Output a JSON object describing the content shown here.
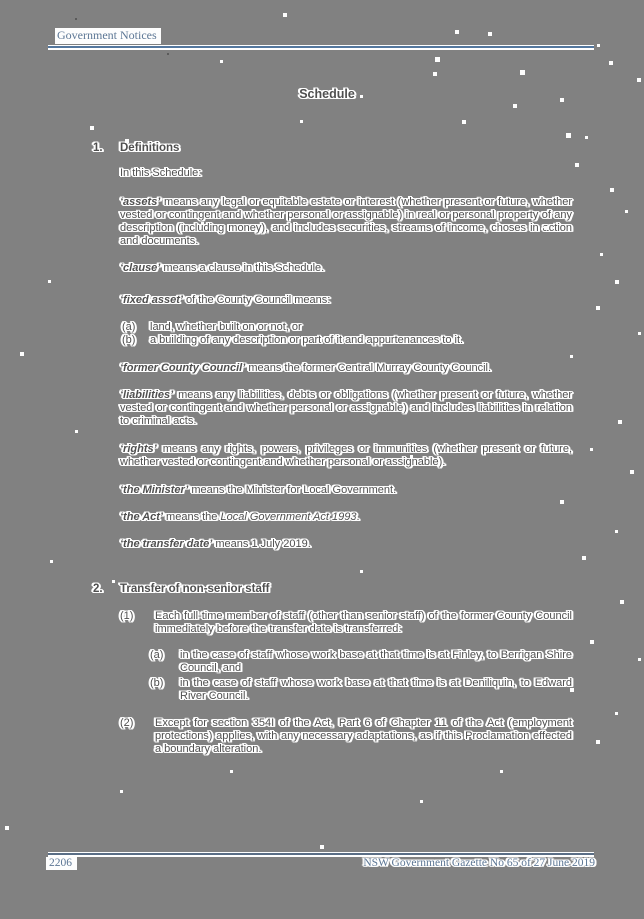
{
  "colors": {
    "page_background": "#818181",
    "body_text": "#4f4f4f",
    "header_footer_blue": "#5d7795",
    "rule_blue": "#54779e"
  },
  "header": {
    "label": "Government Notices"
  },
  "title": "Schedule",
  "section1": {
    "number": "1.",
    "heading": "Definitions",
    "intro": "In this Schedule:"
  },
  "defs": {
    "assets": {
      "term": "‘assets’",
      "rest": " means any legal or equitable estate or interest (whether present or future, whether vested or contingent and whether personal or assignable) in real or personal property of any description (including money), and includes securities, streams of income, choses in action and documents."
    },
    "clause": {
      "term": "‘clause’",
      "rest": " means a clause in this Schedule."
    },
    "fixed_asset": {
      "term": "‘fixed asset’",
      "rest": " of the County Council means:",
      "a_label": "(a)",
      "a_text": "land, whether built on or not, or",
      "b_label": "(b)",
      "b_text": "a building of any description or part of it and appurtenances to it."
    },
    "former": {
      "term": "‘former County Council’",
      "rest": " means the former Central Murray County Council."
    },
    "liabilities": {
      "term": "‘liabilities’",
      "rest": " means any liabilities, debts or obligations (whether present or future, whether vested or contingent and whether personal or assignable) and includes liabilities in relation to criminal acts."
    },
    "rights": {
      "term": "‘rights’",
      "rest": " means any rights, powers, privileges or immunities (whether present or future, whether vested or contingent and whether personal or assignable)."
    },
    "minister": {
      "term": "‘the Minister’",
      "rest": " means the Minister for Local Government."
    },
    "act": {
      "term": "‘the Act’",
      "mid": " means the ",
      "act_name": "Local Government Act 1993",
      "end": "."
    },
    "transfer_date": {
      "term": "‘the transfer date’",
      "rest": " means 1 July 2019."
    }
  },
  "section2": {
    "number": "2.",
    "heading": "Transfer of non-senior staff",
    "item1_label": "(1)",
    "item1_text": "Each full-time member of staff (other than senior staff) of the former County Council immediately before the transfer date is transferred:",
    "item1a_label": "(a)",
    "item1a_text": "in the case of staff whose work base at that time is at Finley, to Berrigan Shire Council, and",
    "item1b_label": "(b)",
    "item1b_text": "in the case of staff whose work base at that time is at Deniliquin, to Edward River Council.",
    "item2_label": "(2)",
    "item2_text": "Except for section 354I of the Act, Part 6 of Chapter 11 of the Act (employment protections) applies, with any necessary adaptations, as if this Proclamation effected a boundary alteration."
  },
  "footer": {
    "page_number": "2206",
    "gazette": "NSW Government Gazette No 65 of 27 June 2019"
  }
}
